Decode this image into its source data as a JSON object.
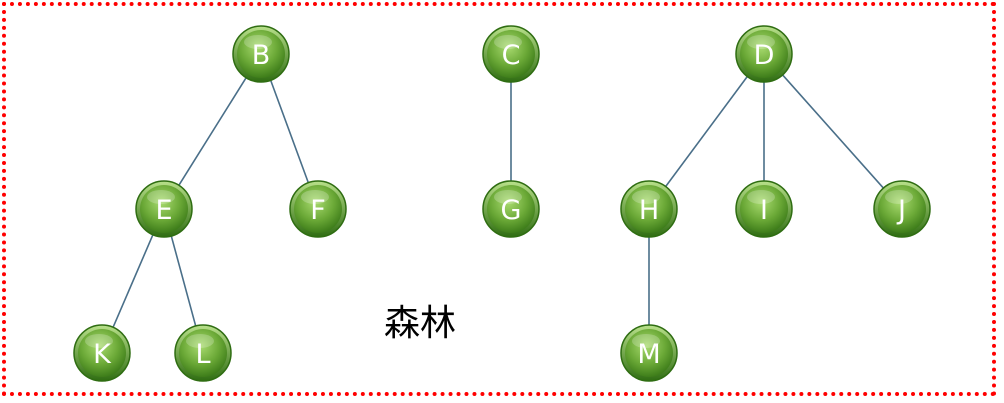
{
  "colors": {
    "border": "#ff0000",
    "edge": "#4a6f89",
    "node_fill_light": "#9ad05f",
    "node_fill_dark": "#3e7d1a",
    "node_ring": "#2f6d12",
    "label": "#ffffff"
  },
  "nodes": [
    {
      "id": "B",
      "label": "B"
    },
    {
      "id": "C",
      "label": "C"
    },
    {
      "id": "D",
      "label": "D"
    },
    {
      "id": "E",
      "label": "E"
    },
    {
      "id": "F",
      "label": "F"
    },
    {
      "id": "G",
      "label": "G"
    },
    {
      "id": "H",
      "label": "H"
    },
    {
      "id": "I",
      "label": "I"
    },
    {
      "id": "J",
      "label": "J"
    },
    {
      "id": "K",
      "label": "K"
    },
    {
      "id": "L",
      "label": "L"
    },
    {
      "id": "M",
      "label": "M"
    }
  ],
  "edges": [
    {
      "from": "B",
      "to": "E"
    },
    {
      "from": "B",
      "to": "F"
    },
    {
      "from": "E",
      "to": "K"
    },
    {
      "from": "E",
      "to": "L"
    },
    {
      "from": "C",
      "to": "G"
    },
    {
      "from": "D",
      "to": "H"
    },
    {
      "from": "D",
      "to": "I"
    },
    {
      "from": "D",
      "to": "J"
    },
    {
      "from": "H",
      "to": "M"
    }
  ],
  "caption": "森林"
}
